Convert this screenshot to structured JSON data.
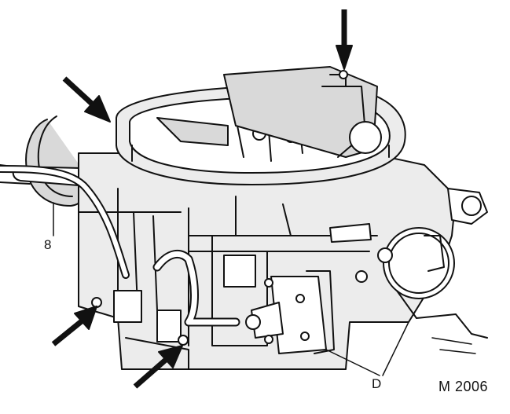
{
  "colors": {
    "ink": "#111111",
    "paper": "#ffffff",
    "shade": "#d9d9d9",
    "body_shade": "#ececec"
  },
  "labels": {
    "part_8": "8",
    "part_d": "D",
    "figure_code": "M 2006"
  },
  "arrows": {
    "count": 4,
    "style": "solid black pointer arrows"
  }
}
